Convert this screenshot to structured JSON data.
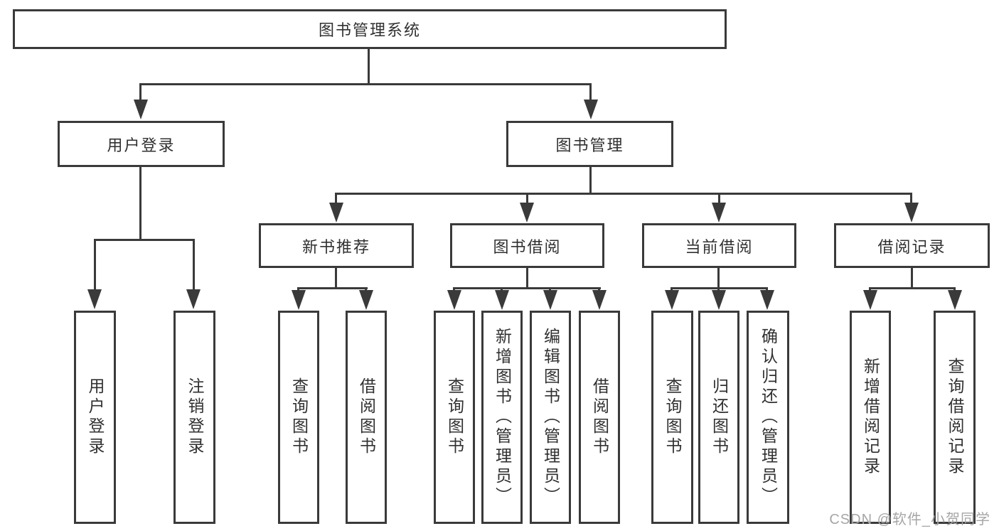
{
  "diagram": {
    "root": {
      "label": "图书管理系统"
    },
    "branches": {
      "user_login": {
        "label": "用户登录",
        "children": [
          {
            "label": "用户登录"
          },
          {
            "label": "注销登录"
          }
        ]
      },
      "book_management": {
        "label": "图书管理",
        "sections": [
          {
            "label": "新书推荐",
            "children": [
              {
                "label": "查询图书"
              },
              {
                "label": "借阅图书"
              }
            ]
          },
          {
            "label": "图书借阅",
            "children": [
              {
                "label": "查询图书"
              },
              {
                "label": "新增图书（管理员）"
              },
              {
                "label": "编辑图书（管理员）"
              },
              {
                "label": "借阅图书"
              }
            ]
          },
          {
            "label": "当前借阅",
            "children": [
              {
                "label": "查询图书"
              },
              {
                "label": "归还图书"
              },
              {
                "label": "确认归还（管理员）"
              }
            ]
          },
          {
            "label": "借阅记录",
            "children": [
              {
                "label": "新增借阅记录"
              },
              {
                "label": "查询借阅记录"
              }
            ]
          }
        ]
      }
    }
  },
  "watermark": "CSDN @软件_小贺同学",
  "colors": {
    "line": "#3a3a3a",
    "text": "#303030",
    "watermark": "#a6a6a6",
    "background": "#ffffff"
  }
}
